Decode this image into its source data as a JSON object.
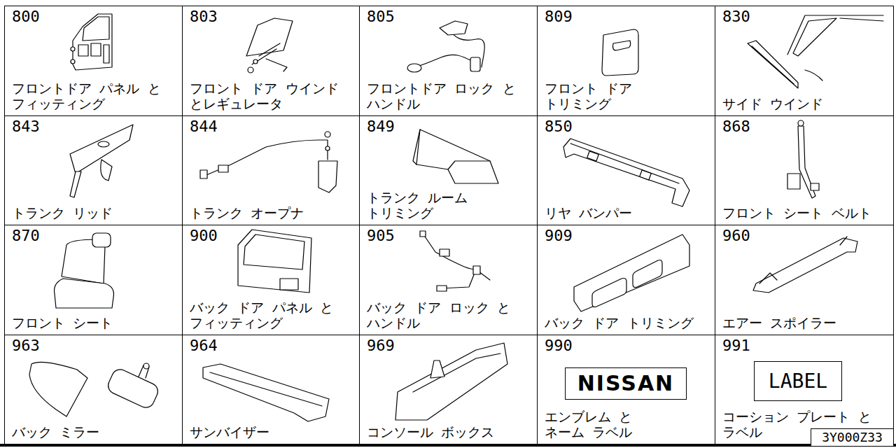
{
  "diagram": {
    "nodes": [
      {
        "text": [
          "800",
          "フロントドア パネル と フィッティング"
        ]
      },
      {
        "text": [
          "803",
          "フロント ドア ウインド とレギュレータ"
        ]
      },
      {
        "text": [
          "805",
          "フロントドア ロック と ハンドル"
        ]
      },
      {
        "text": [
          "809",
          "フロント ドア トリミング"
        ]
      },
      {
        "text": [
          "830",
          "サイド ウインド"
        ]
      },
      {
        "text": [
          "843",
          "トランク リッド"
        ]
      },
      {
        "text": [
          "844",
          "トランク オープナ"
        ]
      },
      {
        "text": [
          "849",
          "トランク ルーム トリミング"
        ]
      },
      {
        "text": [
          "850",
          "リヤ バンパー"
        ]
      },
      {
        "text": [
          "868",
          "フロント シート ベルト"
        ]
      },
      {
        "text": [
          "870",
          "フロント シート"
        ]
      },
      {
        "text": [
          "900",
          "バック ドア パネル と フィッティング"
        ]
      },
      {
        "text": [
          "905",
          "バック ドア ロック と ハンドル"
        ]
      },
      {
        "text": [
          "909",
          "バック ドア トリミング"
        ]
      },
      {
        "text": [
          "960",
          "エアー スポイラー"
        ]
      },
      {
        "text": [
          "963",
          "バック ミラー"
        ]
      },
      {
        "text": [
          "964",
          "サンバイザー"
        ]
      },
      {
        "text": [
          "969",
          "コンソール ボックス"
        ]
      },
      {
        "text": [
          "990",
          "エンブレム と ネーム ラベル"
        ]
      },
      {
        "text": [
          "NISSAN"
        ],
        "in": 18
      },
      {
        "text": [
          "991",
          "コーション プレート と ラベル"
        ]
      },
      {
        "text": [
          "LABEL"
        ],
        "in": 20
      },
      {
        "text": [
          "3Y000Z33"
        ]
      }
    ]
  }
}
